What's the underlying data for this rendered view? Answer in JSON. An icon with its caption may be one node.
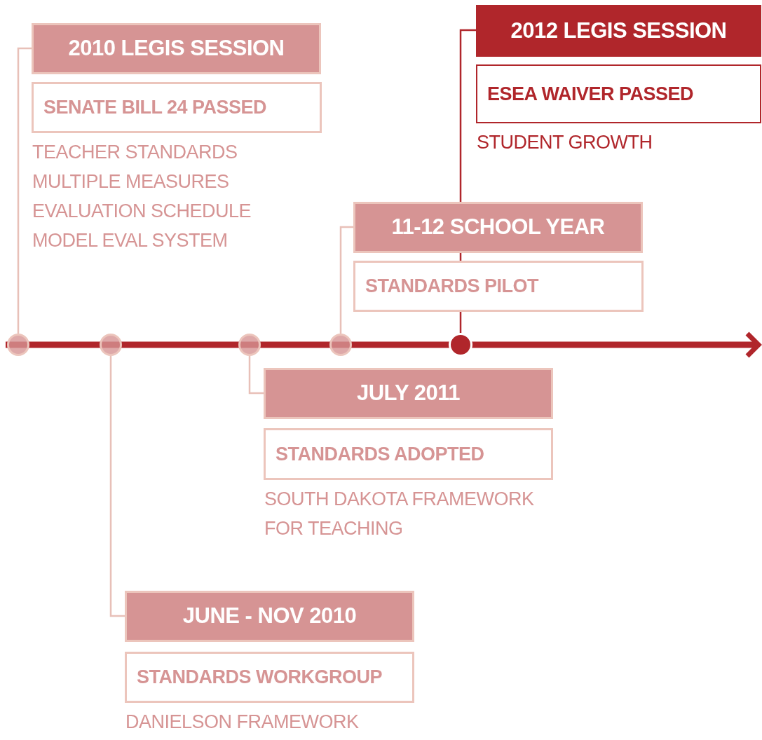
{
  "diagram": {
    "nodes": [
      {
        "text": [],
        "shape": "circle"
      },
      {
        "text": [],
        "shape": "circle"
      },
      {
        "text": [],
        "shape": "circle"
      },
      {
        "text": [],
        "shape": "circle"
      },
      {
        "text": [],
        "shape": "circle"
      },
      {
        "text": [
          "2010 LEGIS SESSION"
        ]
      },
      {
        "text": [
          "SENATE BILL 24 PASSED"
        ],
        "beside": [
          "TEACHER STANDARDS",
          "MULTIPLE MEASURES",
          "EVALUATION SCHEDULE",
          "MODEL EVAL SYSTEM"
        ]
      },
      {
        "text": [
          "2012 LEGIS SESSION"
        ]
      },
      {
        "text": [
          "ESEA WAIVER PASSED"
        ],
        "beside": [
          "STUDENT GROWTH"
        ]
      },
      {
        "text": [
          "11-12 SCHOOL YEAR"
        ]
      },
      {
        "text": [
          "STANDARDS PILOT"
        ]
      },
      {
        "text": [
          "JULY 2011"
        ]
      },
      {
        "text": [
          "STANDARDS ADOPTED"
        ],
        "beside": [
          "SOUTH DAKOTA FRAMEWORK FOR TEACHING"
        ]
      },
      {
        "text": [
          "JUNE - NOV 2010"
        ]
      },
      {
        "text": [
          "STANDARDS WORKGROUP"
        ],
        "beside": [
          "DANIELSON FRAMEWORK"
        ]
      }
    ],
    "edges": [
      {
        "from": 0,
        "to": 5,
        "arrow": "none"
      },
      {
        "from": 4,
        "to": 7,
        "arrow": "none",
        "color": "#b0262b"
      },
      {
        "from": 3,
        "to": 9,
        "arrow": "none"
      },
      {
        "from": 2,
        "to": 11,
        "arrow": "none"
      },
      {
        "from": 1,
        "to": 13,
        "arrow": "none"
      }
    ]
  }
}
